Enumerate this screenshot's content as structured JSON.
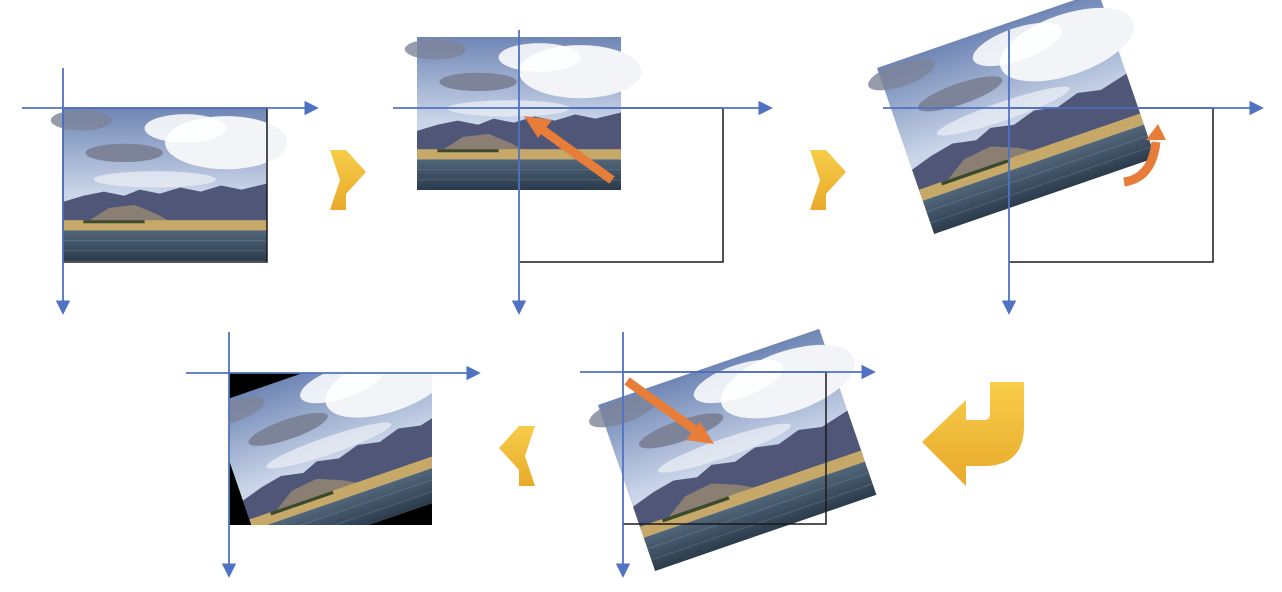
{
  "diagram": {
    "title": "",
    "description_steps": [
      {
        "id": "step1",
        "operation": "original"
      },
      {
        "id": "step2",
        "operation": "translate"
      },
      {
        "id": "step3",
        "operation": "rotate"
      },
      {
        "id": "step4",
        "operation": "translate"
      },
      {
        "id": "step5",
        "operation": "result"
      }
    ]
  },
  "colors": {
    "axis": "#4f72c2",
    "frame": "#1a1a1a",
    "flow_arrow": "#f0b733",
    "move_arrow": "#e87d3a",
    "sky_top": "#6f86b5",
    "sky": "#c9d4e8",
    "cloud": "#f2f4f8",
    "cloud_dark": "#7d8398",
    "mountain": "#4f5678",
    "mountain_light": "#8a7f72",
    "field": "#c6a969",
    "water": "#36495c"
  }
}
